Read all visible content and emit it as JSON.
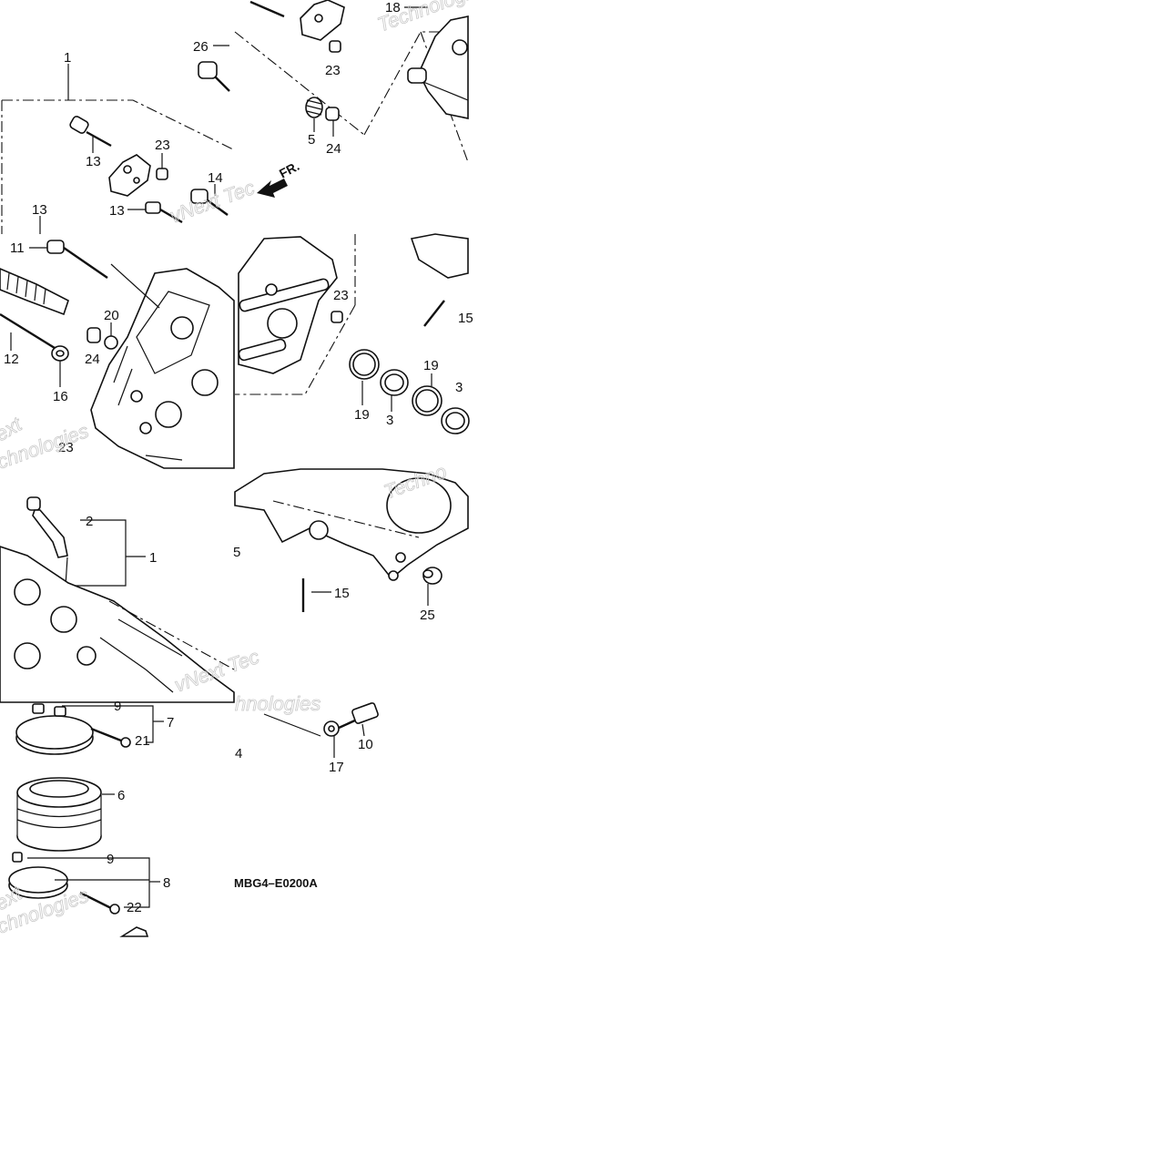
{
  "diagram": {
    "code": "MBG4–E0200A",
    "front_indicator": "FR.",
    "watermark": {
      "lines": [
        "vNext Tec",
        "Technologies",
        "Techno",
        "ext",
        "chnologies",
        "vNext Tec",
        "hnologies",
        "ext",
        "chnologies"
      ]
    },
    "callouts": [
      {
        "id": "c1a",
        "text": "1"
      },
      {
        "id": "c26",
        "text": "26"
      },
      {
        "id": "c18",
        "text": "18"
      },
      {
        "id": "c23a",
        "text": "23"
      },
      {
        "id": "c5a",
        "text": "5"
      },
      {
        "id": "c24a",
        "text": "24"
      },
      {
        "id": "c13a",
        "text": "13"
      },
      {
        "id": "c23b",
        "text": "23"
      },
      {
        "id": "c14",
        "text": "14"
      },
      {
        "id": "c13b",
        "text": "13"
      },
      {
        "id": "c13c",
        "text": "13"
      },
      {
        "id": "c11",
        "text": "11"
      },
      {
        "id": "c20",
        "text": "20"
      },
      {
        "id": "c24b",
        "text": "24"
      },
      {
        "id": "c12",
        "text": "12"
      },
      {
        "id": "c16",
        "text": "16"
      },
      {
        "id": "c23c",
        "text": "23"
      },
      {
        "id": "c23d",
        "text": "23"
      },
      {
        "id": "c15a",
        "text": "15"
      },
      {
        "id": "c19a",
        "text": "19"
      },
      {
        "id": "c3a",
        "text": "3"
      },
      {
        "id": "c19b",
        "text": "19"
      },
      {
        "id": "c3b",
        "text": "3"
      },
      {
        "id": "c2",
        "text": "2"
      },
      {
        "id": "c1b",
        "text": "1"
      },
      {
        "id": "c5b",
        "text": "5"
      },
      {
        "id": "c15b",
        "text": "15"
      },
      {
        "id": "c25",
        "text": "25"
      },
      {
        "id": "c9a",
        "text": "9"
      },
      {
        "id": "c7",
        "text": "7"
      },
      {
        "id": "c21",
        "text": "21"
      },
      {
        "id": "c4",
        "text": "4"
      },
      {
        "id": "c17",
        "text": "17"
      },
      {
        "id": "c10",
        "text": "10"
      },
      {
        "id": "c6",
        "text": "6"
      },
      {
        "id": "c9b",
        "text": "9"
      },
      {
        "id": "c8",
        "text": "8"
      },
      {
        "id": "c22",
        "text": "22"
      }
    ]
  }
}
